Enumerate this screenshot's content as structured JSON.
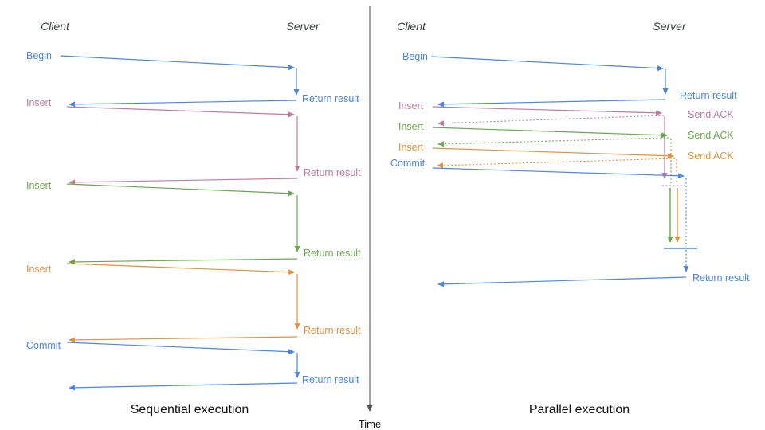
{
  "time_axis_label": "Time",
  "colors": {
    "blue": "#4a86e8",
    "pink": "#c27ba0",
    "green": "#6aa84f",
    "orange": "#e69138",
    "axis": "#666666"
  },
  "left": {
    "title": "Sequential execution",
    "headers": {
      "client": "Client",
      "server": "Server"
    },
    "messages": [
      {
        "request": "Begin",
        "response": "Return result"
      },
      {
        "request": "Insert",
        "response": "Return result"
      },
      {
        "request": "Insert",
        "response": "Return result"
      },
      {
        "request": "Insert",
        "response": "Return result"
      },
      {
        "request": "Commit",
        "response": "Return result"
      }
    ]
  },
  "right": {
    "title": "Parallel execution",
    "headers": {
      "client": "Client",
      "server": "Server"
    },
    "messages": [
      {
        "request": "Begin",
        "response": "Return result"
      },
      {
        "request": "Insert",
        "response": "Send ACK"
      },
      {
        "request": "Insert",
        "response": "Send ACK"
      },
      {
        "request": "Insert",
        "response": "Send ACK"
      },
      {
        "request": "Commit",
        "response": "Return result"
      }
    ],
    "final_response": "Return result"
  }
}
